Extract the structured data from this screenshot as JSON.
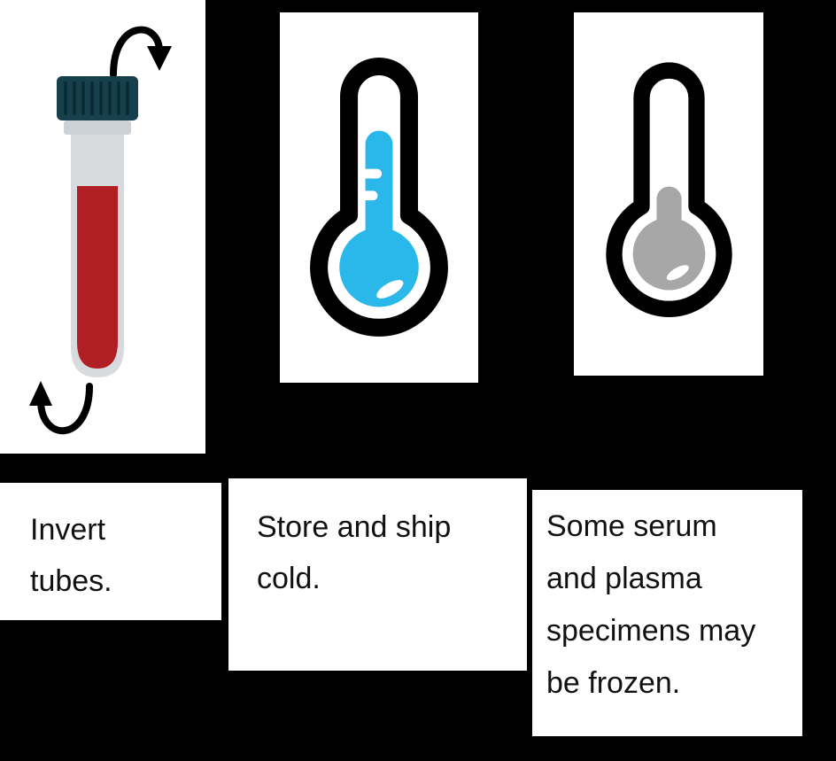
{
  "colors": {
    "background": "#000000",
    "panel": "#ffffff",
    "blood_red": "#b01f24",
    "cap_teal": "#17404d",
    "cap_rib": "#0a2a33",
    "glass_gray": "#d8dbdd",
    "collar_gray": "#cdd2d6",
    "thermometer_blue": "#2ab7ea",
    "thermometer_gray": "#a7a7a7",
    "outline": "#000000"
  },
  "steps": [
    {
      "name": "invert-tubes",
      "icon": "blood-tube-invert-icon",
      "caption_lines": [
        "Invert",
        "tubes."
      ]
    },
    {
      "name": "store-ship-cold",
      "icon": "thermometer-cold-icon",
      "caption_lines": [
        "Store and ship",
        "cold."
      ]
    },
    {
      "name": "frozen-specimens",
      "icon": "thermometer-frozen-icon",
      "caption_lines": [
        "Some serum",
        "and plasma",
        "specimens may",
        "be frozen."
      ]
    }
  ]
}
